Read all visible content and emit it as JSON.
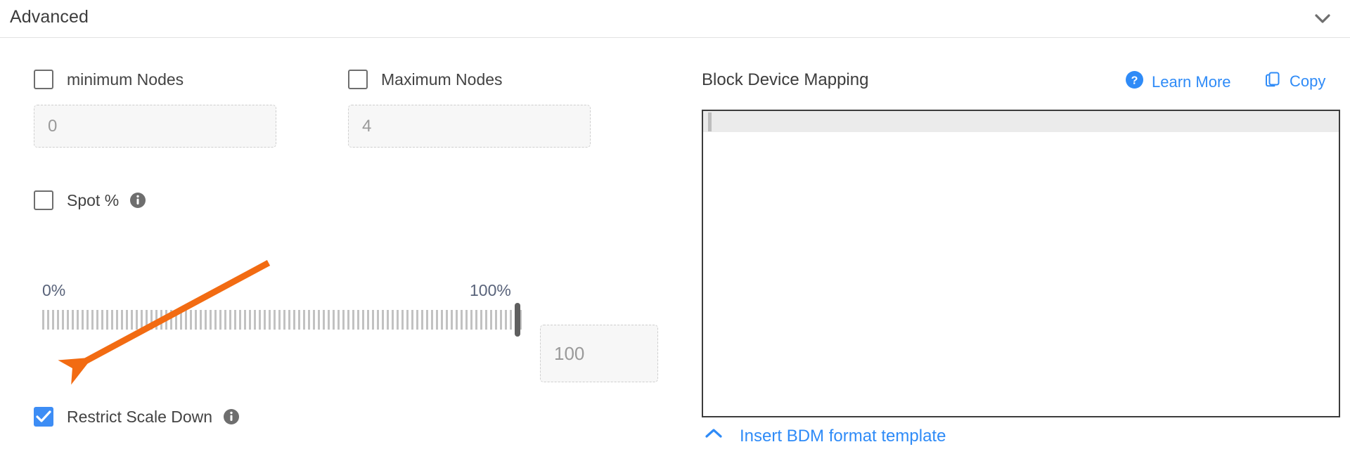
{
  "section": {
    "title": "Advanced",
    "collapse_icon": "chevron-down-icon"
  },
  "left": {
    "min_nodes": {
      "label": "minimum Nodes",
      "checked": false,
      "input_placeholder": "0",
      "input_value": ""
    },
    "max_nodes": {
      "label": "Maximum Nodes",
      "checked": false,
      "input_placeholder": "4",
      "input_value": ""
    },
    "spot": {
      "label": "Spot %",
      "checked": false,
      "info_icon": "info-icon"
    },
    "slider": {
      "min_label": "0%",
      "max_label": "100%",
      "value": 100,
      "value_input_placeholder": "100"
    },
    "restrict_scale_down": {
      "label": "Restrict Scale Down",
      "checked": true,
      "info_icon": "info-icon"
    }
  },
  "right": {
    "title": "Block Device Mapping",
    "learn_more": {
      "label": "Learn More",
      "icon": "help-circle-icon"
    },
    "copy": {
      "label": "Copy",
      "icon": "copy-icon"
    },
    "editor": {
      "value": "",
      "active_line": 1
    },
    "insert_template": {
      "label": "Insert BDM format template",
      "icon": "chevron-up-icon"
    }
  },
  "annotation": {
    "type": "arrow",
    "color": "#F26B12",
    "points_at": "Restrict Scale Down"
  },
  "colors": {
    "accent_blue": "#2f8bf7",
    "checkbox_checked": "#3d8df5",
    "annotation_orange": "#F26B12",
    "slider_tick": "#c2c2c2",
    "slider_thumb": "#5f5f5f",
    "text_primary": "#3c3c3c",
    "placeholder": "#9a9a9a"
  }
}
